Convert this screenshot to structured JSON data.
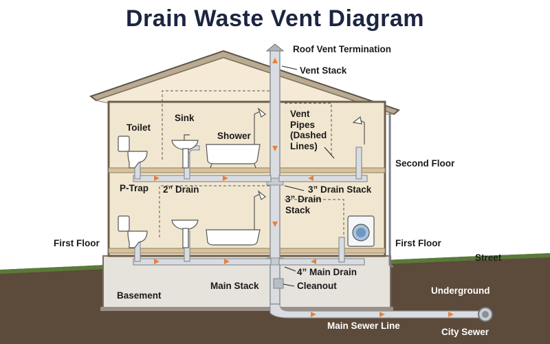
{
  "title": "Drain Waste Vent Diagram",
  "labels": {
    "roof_vent_termination": "Roof Vent Termination",
    "vent_stack": "Vent Stack",
    "toilet": "Toilet",
    "sink": "Sink",
    "shower": "Shower",
    "vent_pipes": "Vent Pipes (Dashed Lines)",
    "second_floor": "Second Floor",
    "p_trap": "P-Trap",
    "drain_2in": "2” Drain",
    "drain_stack_3in_right": "3” Drain Stack",
    "drain_stack_3in_center": "3” Drain Stack",
    "first_floor_left": "First Floor",
    "first_floor_right": "First Floor",
    "street": "Street",
    "main_drain_4in": "4” Main Drain",
    "main_stack": "Main Stack",
    "cleanout": "Cleanout",
    "underground": "Underground",
    "basement": "Basement",
    "main_sewer_line": "Main Sewer Line",
    "city_sewer": "City Sewer"
  },
  "colors": {
    "title": "#1c2541",
    "ground": "#5c4a3a",
    "grass": "#5a7a3a",
    "wall": "#f1e6cf",
    "floor": "#d9c29a",
    "pipe": "#d9dde1",
    "pipe_outline": "#8a9096",
    "flow_arrow": "#e8803a"
  }
}
